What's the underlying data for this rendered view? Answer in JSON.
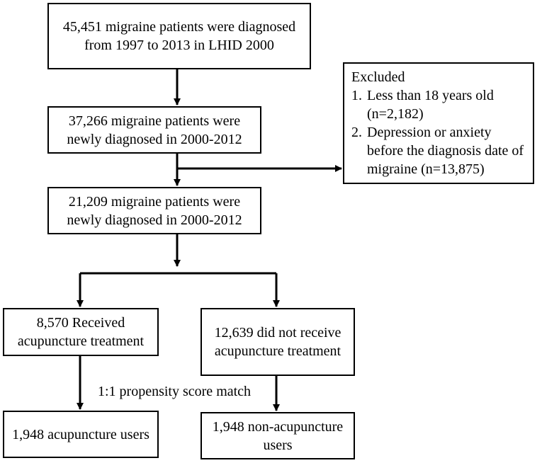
{
  "boxes": {
    "b1": "45,451 migraine patients were diagnosed from 1997 to 2013 in LHID 2000",
    "b2": "37,266 migraine patients were newly diagnosed in 2000-2012",
    "b3": "21,209 migraine patients were newly diagnosed in 2000-2012",
    "b4": "8,570 Received acupuncture treatment",
    "b5": "12,639 did not receive acupuncture treatment",
    "b6": "1,948 acupuncture users",
    "b7": "1,948 non-acupuncture users"
  },
  "excluded": {
    "title": "Excluded",
    "items": [
      {
        "num": "1.",
        "text": "Less than 18 years old (n=2,182)"
      },
      {
        "num": "2.",
        "text": "Depression or anxiety before the diagnosis date of migraine (n=13,875)"
      }
    ]
  },
  "match_label": "1:1 propensity score match"
}
